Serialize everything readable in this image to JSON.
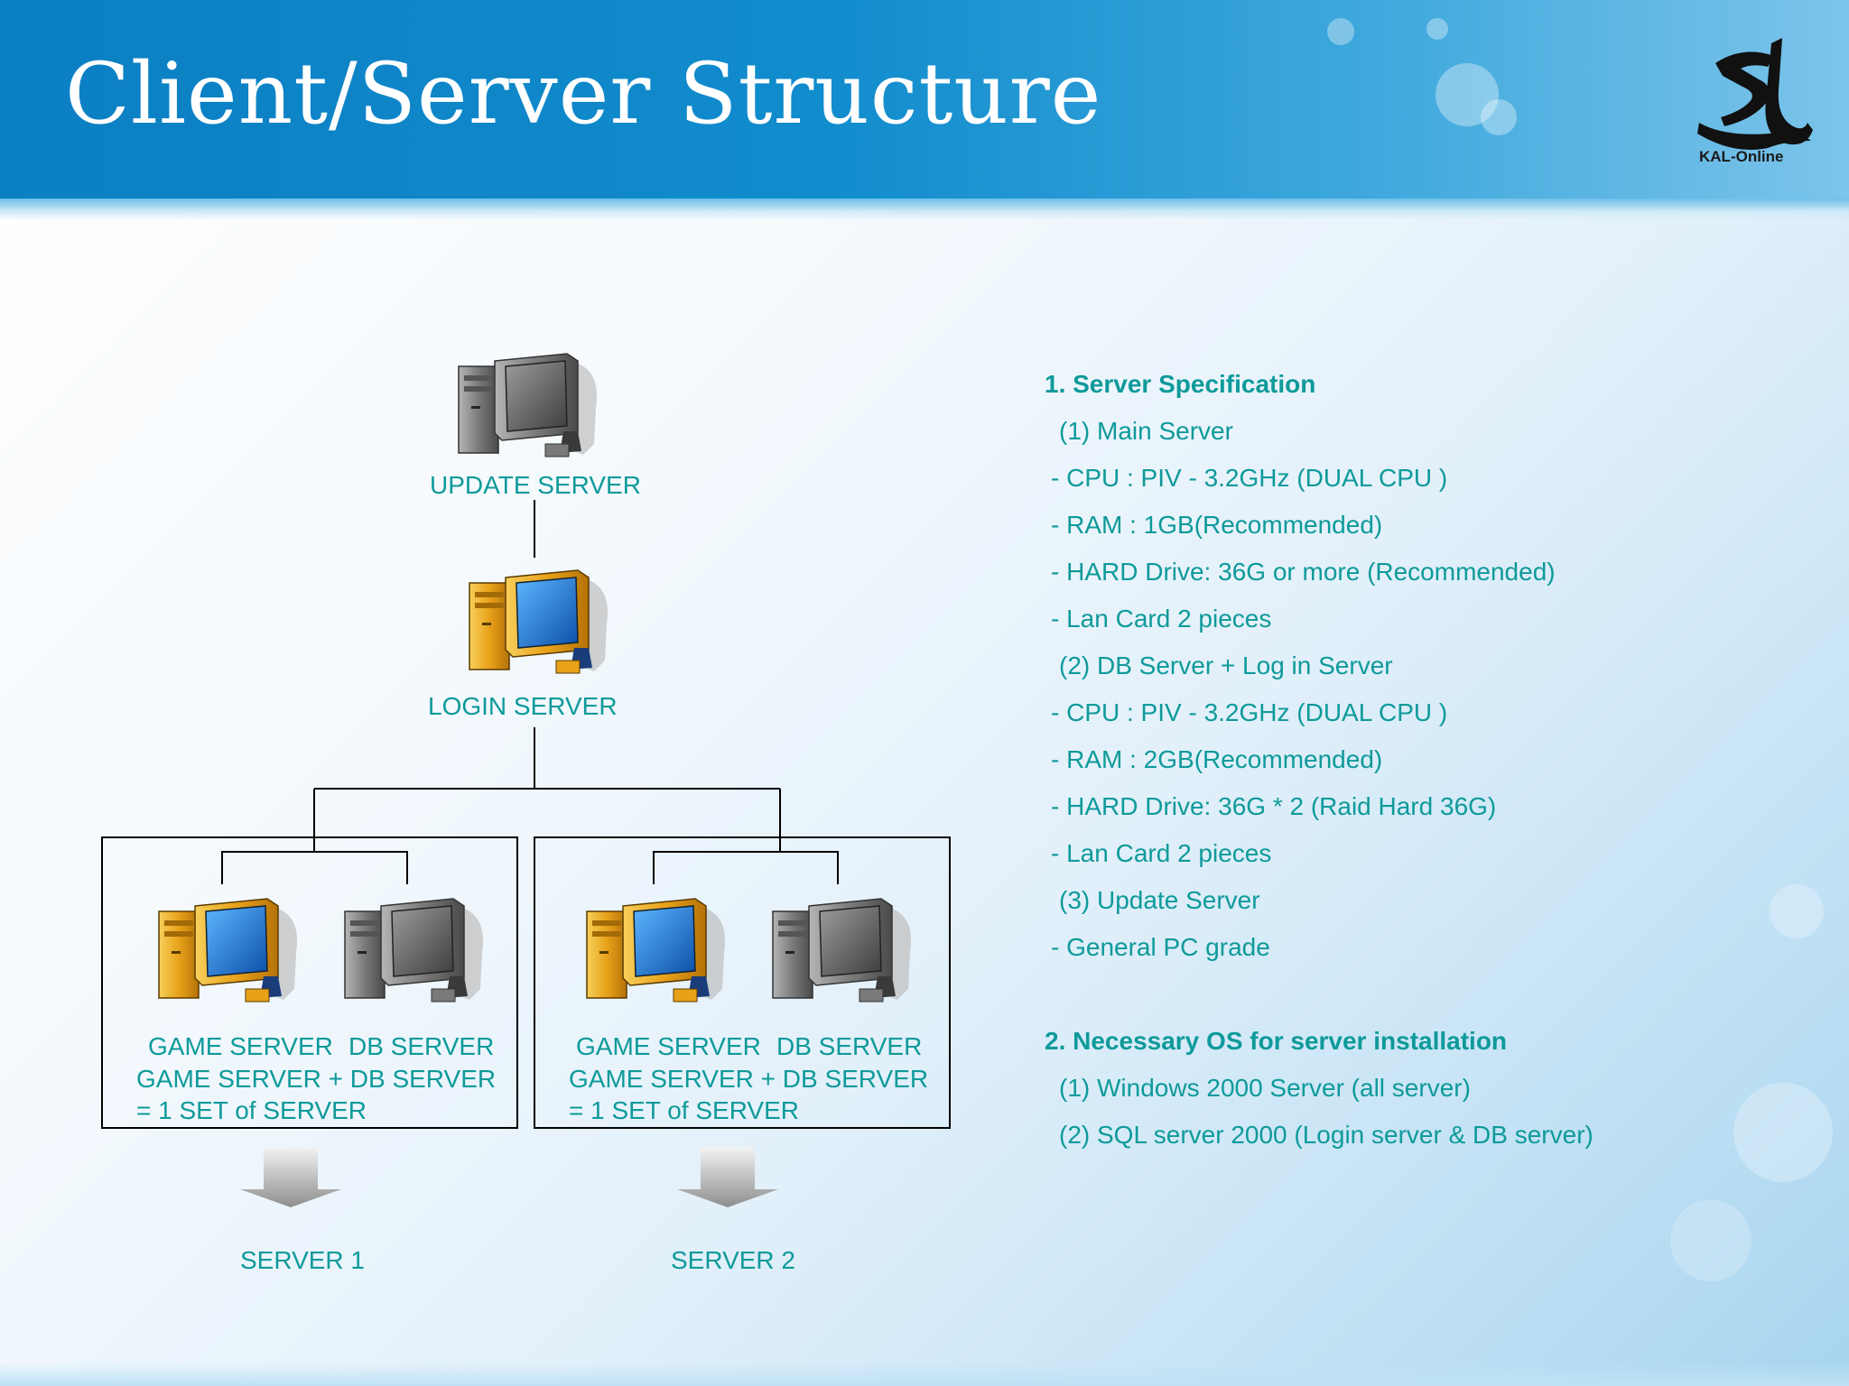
{
  "title": "Client/Server Structure",
  "logo": {
    "text": "KAL-Online"
  },
  "diagram": {
    "update_server": "UPDATE SERVER",
    "login_server": "LOGIN SERVER",
    "sets": [
      {
        "game_label": "GAME SERVER",
        "db_label": "DB SERVER",
        "combo_line": "GAME SERVER + DB SERVER",
        "set_line": "= 1 SET of SERVER",
        "server_name": "SERVER 1"
      },
      {
        "game_label": "GAME SERVER",
        "db_label": "DB SERVER",
        "combo_line": "GAME SERVER + DB SERVER",
        "set_line": "= 1 SET of SERVER",
        "server_name": "SERVER 2"
      }
    ]
  },
  "specs": {
    "section1_title": "1. Server Specification",
    "main_server": {
      "heading": "(1) Main Server",
      "items": [
        "- CPU : PIV - 3.2GHz (DUAL CPU )",
        "- RAM : 1GB(Recommended)",
        "- HARD Drive: 36G or more (Recommended)",
        "- Lan Card 2 pieces"
      ]
    },
    "db_server": {
      "heading": "(2) DB Server + Log in Server",
      "items": [
        "- CPU : PIV - 3.2GHz (DUAL CPU )",
        "- RAM : 2GB(Recommended)",
        "- HARD Drive: 36G * 2 (Raid Hard 36G)",
        "- Lan Card 2 pieces"
      ]
    },
    "update_server": {
      "heading": "(3) Update Server",
      "items": [
        "- General PC grade"
      ]
    },
    "section2_title": "2. Necessary OS for server installation",
    "os_items": [
      "(1) Windows 2000 Server (all server)",
      "(2) SQL server 2000 (Login server & DB server)"
    ]
  },
  "colors": {
    "text": "#0e9a9a",
    "header": "#0b7fc3",
    "gray_computer": "#6d6d6d",
    "orange_computer": "#e8a21a",
    "blue_screen": "#1b6fcf"
  }
}
